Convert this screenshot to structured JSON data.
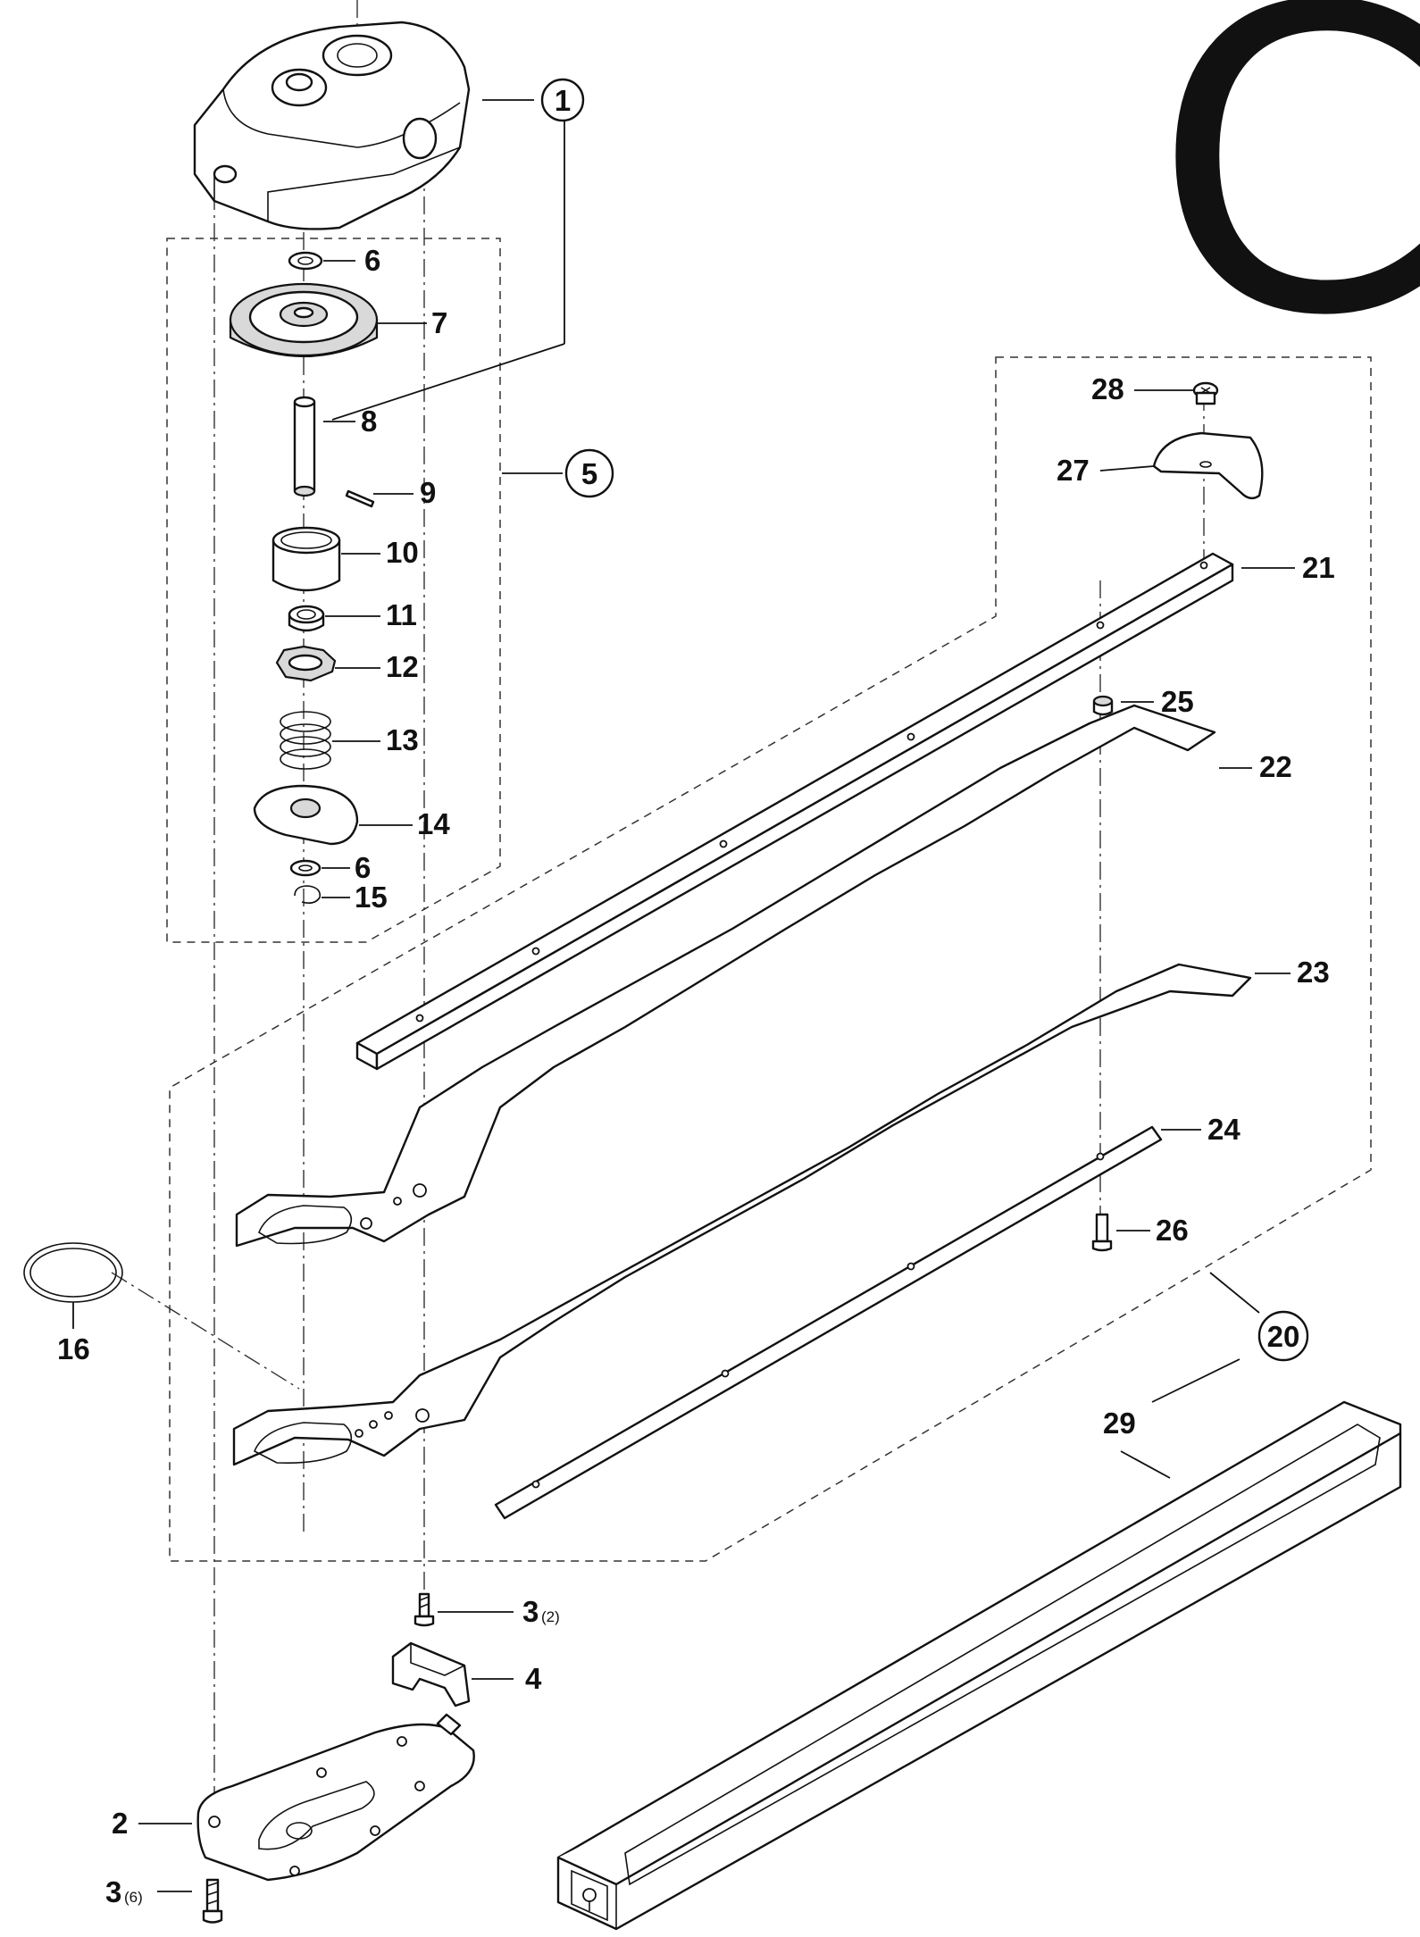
{
  "page_letter": "C",
  "callouts": {
    "c1": "1",
    "c2": "2",
    "c3a": "3",
    "c3a_sub": "(2)",
    "c3b": "3",
    "c3b_sub": "(6)",
    "c4": "4",
    "c5": "5",
    "c6a": "6",
    "c6b": "6",
    "c7": "7",
    "c8": "8",
    "c9": "9",
    "c10": "10",
    "c11": "11",
    "c12": "12",
    "c13": "13",
    "c14": "14",
    "c15": "15",
    "c16": "16",
    "c20": "20",
    "c21": "21",
    "c22": "22",
    "c23": "23",
    "c24": "24",
    "c25": "25",
    "c26": "26",
    "c27": "27",
    "c28": "28",
    "c29": "29"
  }
}
